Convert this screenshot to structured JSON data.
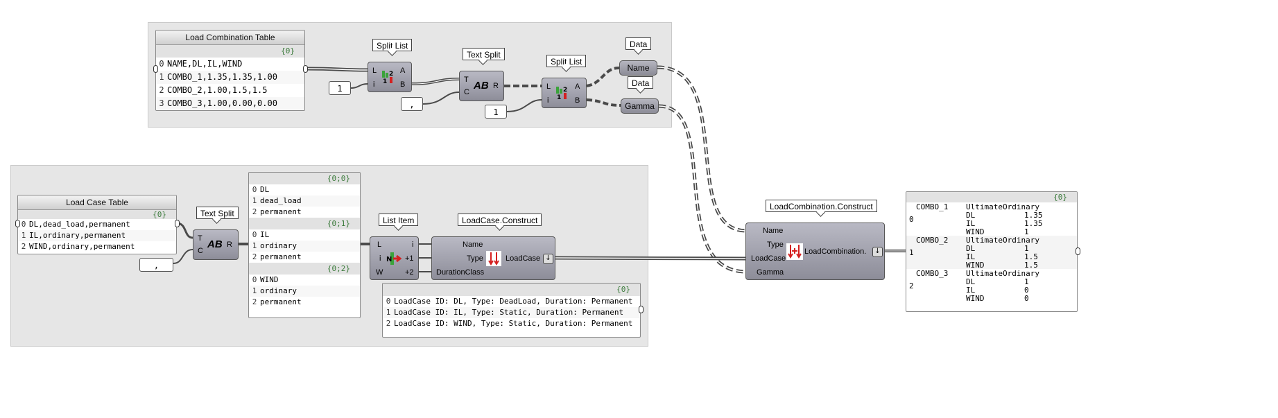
{
  "groups": [
    "top",
    "bottom"
  ],
  "load_combination_table": {
    "title": "Load Combination Table",
    "path": "{0}",
    "rows": [
      {
        "idx": "0",
        "text": "NAME,DL,IL,WIND"
      },
      {
        "idx": "1",
        "text": "COMBO_1,1.35,1.35,1.00"
      },
      {
        "idx": "2",
        "text": "COMBO_2,1.00,1.5,1.5"
      },
      {
        "idx": "3",
        "text": "COMBO_3,1.00,0.00,0.00"
      }
    ]
  },
  "split_list_1": {
    "tag": "Split List",
    "in": [
      "L",
      "i"
    ],
    "out": [
      "A",
      "B"
    ],
    "index_value": "1"
  },
  "text_split_1": {
    "tag": "Text Split",
    "in": [
      "T",
      "C"
    ],
    "out": [
      "R"
    ],
    "sep_value": ","
  },
  "split_list_2": {
    "tag": "Split List",
    "in": [
      "L",
      "i"
    ],
    "out": [
      "A",
      "B"
    ],
    "index_value": "1"
  },
  "data_name": {
    "tag": "Data",
    "label": "Name"
  },
  "data_gamma": {
    "tag": "Data",
    "label": "Gamma"
  },
  "load_case_table": {
    "title": "Load Case Table",
    "path": "{0}",
    "rows": [
      {
        "idx": "0",
        "text": "DL,dead_load,permanent"
      },
      {
        "idx": "1",
        "text": "IL,ordinary,permanent"
      },
      {
        "idx": "2",
        "text": "WIND,ordinary,permanent"
      }
    ]
  },
  "text_split_2": {
    "tag": "Text Split",
    "in": [
      "T",
      "C"
    ],
    "out": [
      "R"
    ],
    "sep_value": ","
  },
  "split_panel": {
    "branches": [
      {
        "path": "{0;0}",
        "rows": [
          {
            "idx": "0",
            "text": "DL"
          },
          {
            "idx": "1",
            "text": "dead_load"
          },
          {
            "idx": "2",
            "text": "permanent"
          }
        ]
      },
      {
        "path": "{0;1}",
        "rows": [
          {
            "idx": "0",
            "text": "IL"
          },
          {
            "idx": "1",
            "text": "ordinary"
          },
          {
            "idx": "2",
            "text": "permanent"
          }
        ]
      },
      {
        "path": "{0;2}",
        "rows": [
          {
            "idx": "0",
            "text": "WIND"
          },
          {
            "idx": "1",
            "text": "ordinary"
          },
          {
            "idx": "2",
            "text": "permanent"
          }
        ]
      }
    ]
  },
  "list_item": {
    "tag": "List Item",
    "in": [
      "L",
      "i",
      "W"
    ],
    "out": [
      "i",
      "+1",
      "+2"
    ]
  },
  "loadcase_construct": {
    "tag": "LoadCase.Construct",
    "in": [
      "Name",
      "Type",
      "DurationClass"
    ],
    "out": "LoadCase"
  },
  "loadcase_output": {
    "path": "{0}",
    "rows": [
      {
        "idx": "0",
        "text": "LoadCase ID: DL, Type: DeadLoad, Duration: Permanent"
      },
      {
        "idx": "1",
        "text": "LoadCase ID: IL, Type: Static, Duration: Permanent"
      },
      {
        "idx": "2",
        "text": "LoadCase ID: WIND, Type: Static, Duration: Permanent"
      }
    ]
  },
  "loadcombination_construct": {
    "tag": "LoadCombination.Construct",
    "in": [
      "Name",
      "Type",
      "LoadCase",
      "Gamma"
    ],
    "out": "LoadCombination."
  },
  "combination_output": {
    "path": "{0}",
    "items": [
      {
        "idx": "0",
        "name": "COMBO_1",
        "kind": "UltimateOrdinary",
        "factors": [
          [
            "DL",
            "1.35"
          ],
          [
            "IL",
            "1.35"
          ],
          [
            "WIND",
            "1"
          ]
        ]
      },
      {
        "idx": "1",
        "name": "COMBO_2",
        "kind": "UltimateOrdinary",
        "factors": [
          [
            "DL",
            "1"
          ],
          [
            "IL",
            "1.5"
          ],
          [
            "WIND",
            "1.5"
          ]
        ]
      },
      {
        "idx": "2",
        "name": "COMBO_3",
        "kind": "UltimateOrdinary",
        "factors": [
          [
            "DL",
            "1"
          ],
          [
            "IL",
            "0"
          ],
          [
            "WIND",
            "0"
          ]
        ]
      }
    ]
  }
}
